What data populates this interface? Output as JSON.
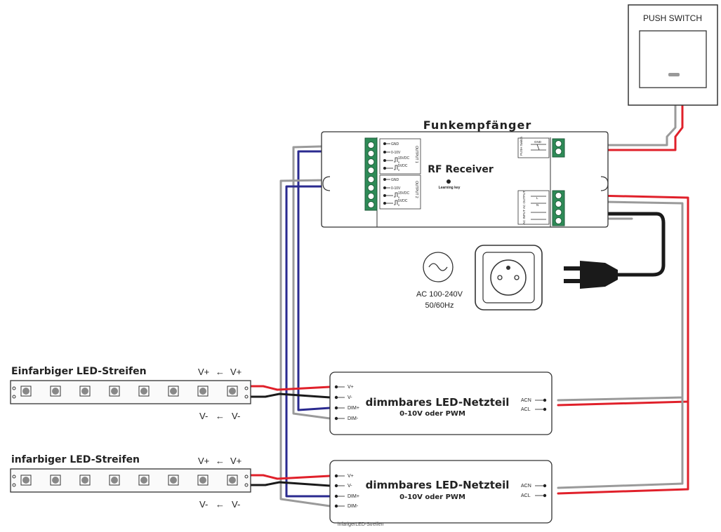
{
  "push_switch": {
    "label": "PUSH SWITCH"
  },
  "receiver": {
    "title": "Funkempfänger",
    "model_label": "RF Receiver",
    "learning_key": "Learning key",
    "terminals": {
      "gnd": "GND",
      "v010": "0-10V",
      "pwm15": "15VDC",
      "pwm5": "5VDC",
      "pwm0": "0",
      "output1": "OUTPUT 1",
      "output2": "OUTPUT 2",
      "push_switch": "PUSH Switch",
      "switch_gnd": "GND",
      "ac_output": "AC OUTPUT",
      "ac_input": "AC INPUT",
      "l": "L",
      "n": "N"
    }
  },
  "mains": {
    "voltage": "AC 100-240V",
    "frequency": "50/60Hz"
  },
  "strips": [
    {
      "title": "Einfarbiger LED-Streifen",
      "plus": "V+",
      "minus": "V-"
    },
    {
      "title": "infarbiger LED-Streifen",
      "plus": "V+",
      "minus": "V-"
    }
  ],
  "drivers": [
    {
      "title": "dimmbares LED-Netzteil",
      "subtitle": "0-10V oder PWM",
      "v_plus": "V+",
      "v_minus": "V-",
      "dim_plus": "DIM+",
      "dim_minus": "DIM-",
      "acn": "ACN",
      "acl": "ACL"
    },
    {
      "title": "dimmbares LED-Netzteil",
      "subtitle": "0-10V oder PWM",
      "v_plus": "V+",
      "v_minus": "V-",
      "dim_plus": "DIM+",
      "dim_minus": "DIM-",
      "acn": "ACN",
      "acl": "ACL"
    }
  ],
  "footer_caption": "infarigerLED-Streifen",
  "colors": {
    "red_wire": "#e0202a",
    "grey_wire": "#9a9a9a",
    "blue_wire": "#2a2a8f",
    "black_wire": "#1a1a1a",
    "terminal_green": "#2e8b57"
  }
}
